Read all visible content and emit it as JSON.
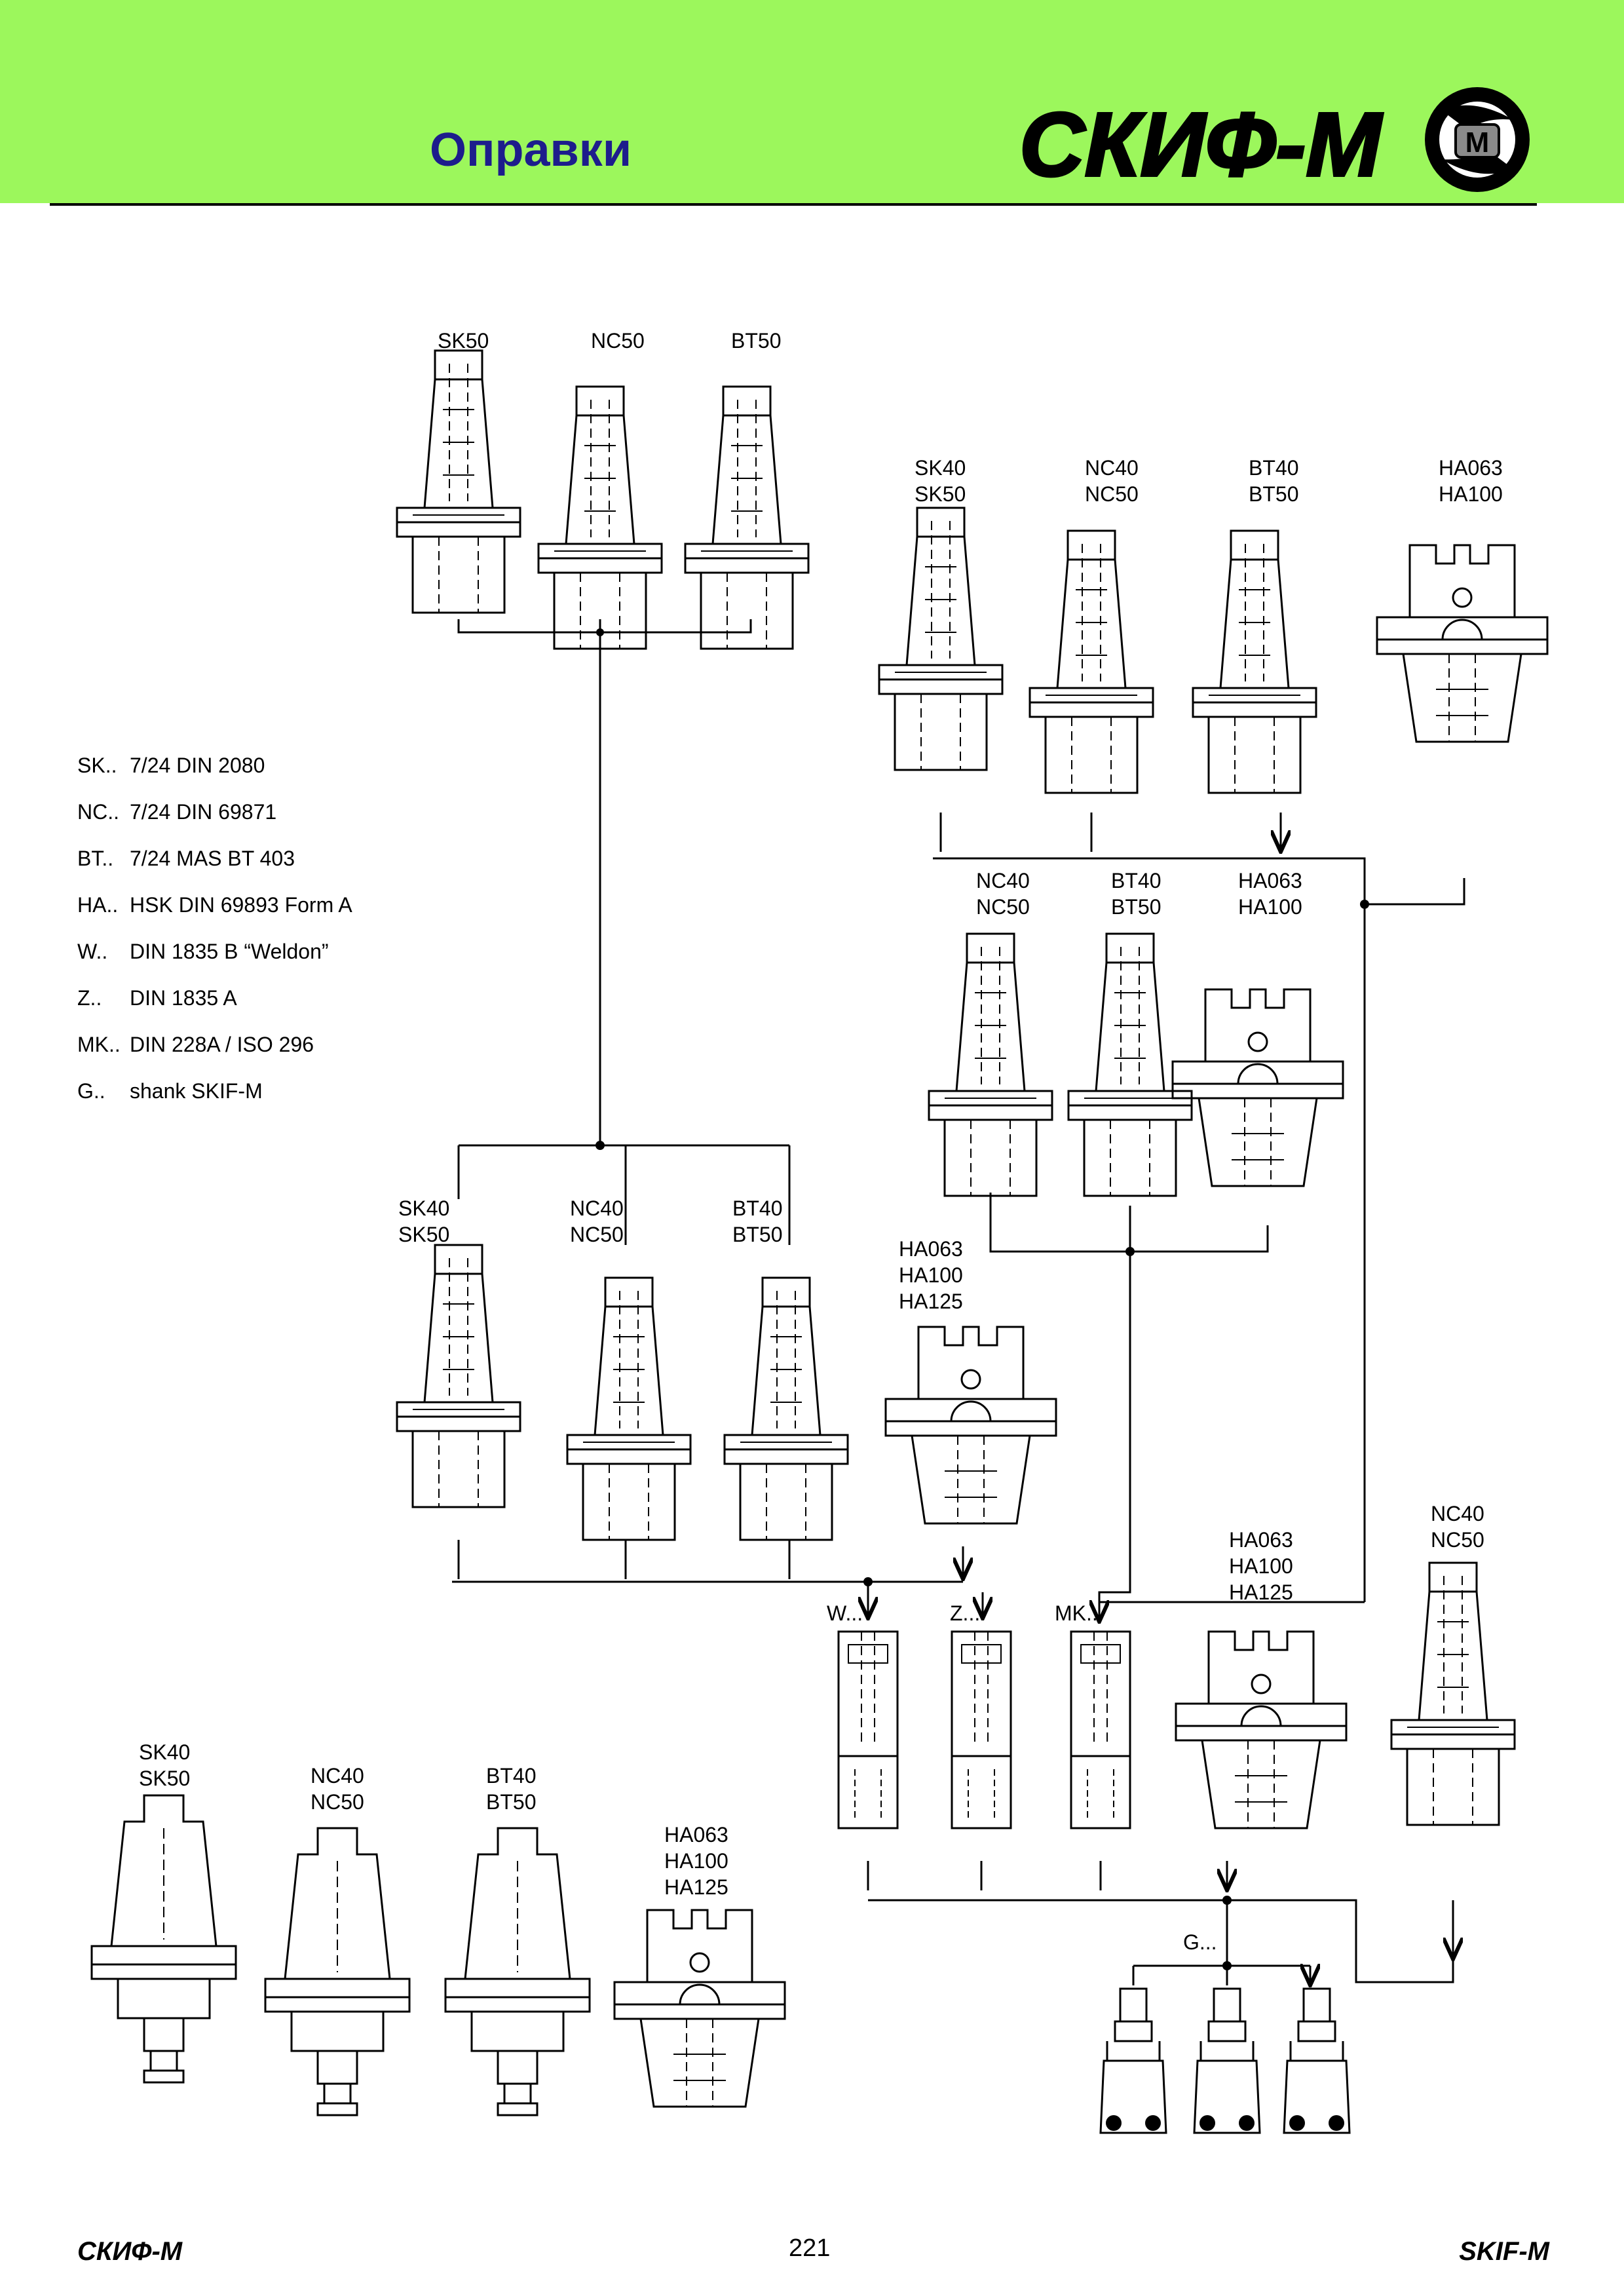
{
  "header": {
    "title": "Оправки",
    "brand": "СКИФ-М",
    "logo_letter": "М"
  },
  "labels": {
    "g1_sk": "SK50",
    "g1_nc": "NC50",
    "g1_bt": "BT50",
    "g2_sk": "SK40\nSK50",
    "g2_nc": "NC40\nNC50",
    "g2_bt": "BT40\nBT50",
    "g2_ha": "HA063\nHA100",
    "g3_nc": "NC40\nNC50",
    "g3_bt": "BT40\nBT50",
    "g3_ha": "HA063\nHA100",
    "g4_sk": "SK40\nSK50",
    "g4_nc": "NC40\nNC50",
    "g4_bt": "BT40\nBT50",
    "g4_ha": "HA063\nHA100\nHA125",
    "g5_w": "W...",
    "g5_z": "Z...",
    "g5_mk": "MK...",
    "g5_ha": "HA063\nHA100\nHA125",
    "g5_nc": "NC40\nNC50",
    "g6_g": "G...",
    "g7_sk": "SK40\nSK50",
    "g7_nc": "NC40\nNC50",
    "g7_bt": "BT40\nBT50",
    "g7_ha": "HA063\nHA100\nHA125"
  },
  "legend": [
    {
      "key": "SK..",
      "desc": "7/24 DIN 2080"
    },
    {
      "key": "NC..",
      "desc": "7/24 DIN 69871"
    },
    {
      "key": "BT..",
      "desc": "7/24 MAS BT 403"
    },
    {
      "key": "HA..",
      "desc": "HSK DIN 69893 Form A"
    },
    {
      "key": "W..",
      "desc": "DIN 1835 B “Weldon”"
    },
    {
      "key": "Z..",
      "desc": "DIN 1835 A"
    },
    {
      "key": "MK..",
      "desc": "DIN 228A / ISO 296"
    },
    {
      "key": "G..",
      "desc": "shank SKIF-M"
    }
  ],
  "footer": {
    "left": "СКИФ-М",
    "page": "221",
    "right": "SKIF-M"
  },
  "colors": {
    "header_bg": "#9cf75c",
    "title": "#1d1d8c"
  }
}
